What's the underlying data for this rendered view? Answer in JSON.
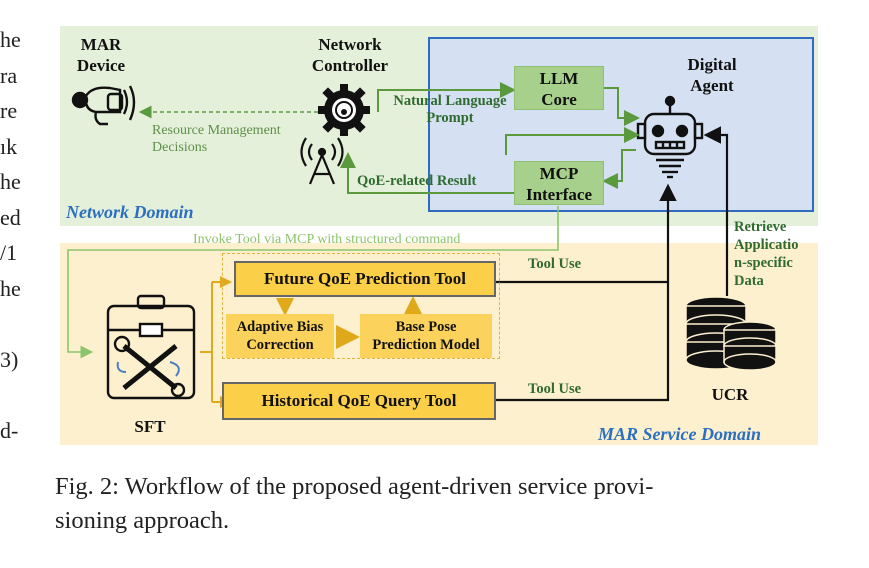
{
  "left_margin_text": [
    "he",
    "ra",
    "re",
    "ık",
    "he",
    "ed",
    "/1",
    "he",
    "",
    "3)",
    "",
    "d-"
  ],
  "nodes": {
    "mar_device": "MAR\nDevice",
    "network_controller": "Network\nController",
    "llm_core": "LLM\nCore",
    "mcp_interface": "MCP\nInterface",
    "digital_agent": "Digital\nAgent",
    "future_qoe_tool": "Future QoE Prediction Tool",
    "adaptive_bias": "Adaptive Bias\nCorrection",
    "base_pose": "Base Pose\nPrediction Model",
    "historical_qoe_tool": "Historical QoE Query Tool",
    "sft": "SFT",
    "ucr": "UCR"
  },
  "edges": {
    "resource_management": "Resource Management\nDecisions",
    "natural_language_prompt": "Natural Language\nPrompt",
    "qoe_related_result": "QoE-related Result",
    "invoke_tool": "Invoke Tool via MCP with structured command",
    "tool_use_1": "Tool Use",
    "tool_use_2": "Tool Use",
    "retrieve_data": "Retrieve\nApplicatio\nn-specific\nData"
  },
  "domains": {
    "network": "Network Domain",
    "mar_service": "MAR Service Domain"
  },
  "caption": {
    "line1": "Fig. 2: Workflow of the proposed agent-driven service provi-",
    "line2": "sioning approach."
  },
  "colors": {
    "network_domain_bg": "#e4f0da",
    "mar_domain_bg": "#fdf0cf",
    "agent_box_bg": "#d5e1f3",
    "agent_box_border": "#2f6cc0",
    "green_box": "#a8d08d",
    "tool_box": "#fbcf47",
    "green_arrow": "#5b9a3c",
    "yellow_arrow": "#e0a91a"
  }
}
